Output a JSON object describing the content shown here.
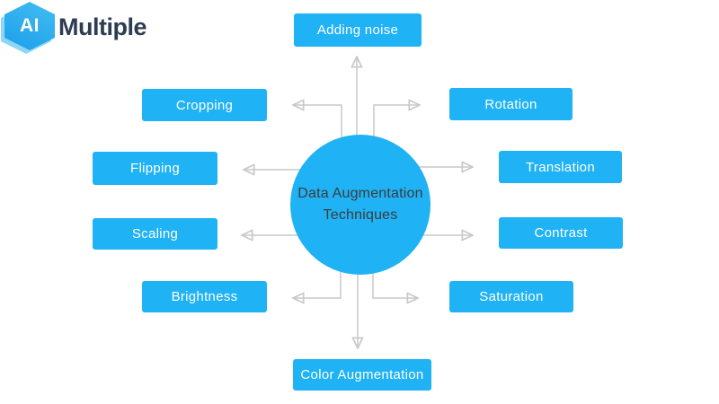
{
  "logo": {
    "hex_text": "AI",
    "brand_text": "Multiple"
  },
  "center": {
    "line1": "Data Augmentation",
    "line2": "Techniques"
  },
  "nodes": [
    {
      "id": "adding-noise",
      "label": "Adding noise"
    },
    {
      "id": "cropping",
      "label": "Cropping"
    },
    {
      "id": "rotation",
      "label": "Rotation"
    },
    {
      "id": "flipping",
      "label": "Flipping"
    },
    {
      "id": "translation",
      "label": "Translation"
    },
    {
      "id": "scaling",
      "label": "Scaling"
    },
    {
      "id": "contrast",
      "label": "Contrast"
    },
    {
      "id": "brightness",
      "label": "Brightness"
    },
    {
      "id": "saturation",
      "label": "Saturation"
    },
    {
      "id": "color-augmentation",
      "label": "Color Augmentation"
    }
  ],
  "edges": [
    {
      "from": "center",
      "to": "Adding noise",
      "direction": "up",
      "shape": "straight"
    },
    {
      "from": "center",
      "to": "Cropping",
      "direction": "up-left",
      "shape": "elbow"
    },
    {
      "from": "center",
      "to": "Rotation",
      "direction": "up-right",
      "shape": "elbow"
    },
    {
      "from": "center",
      "to": "Flipping",
      "direction": "left",
      "shape": "straight"
    },
    {
      "from": "center",
      "to": "Translation",
      "direction": "right",
      "shape": "straight"
    },
    {
      "from": "center",
      "to": "Scaling",
      "direction": "left",
      "shape": "straight"
    },
    {
      "from": "center",
      "to": "Contrast",
      "direction": "right",
      "shape": "straight"
    },
    {
      "from": "center",
      "to": "Brightness",
      "direction": "down-left",
      "shape": "elbow"
    },
    {
      "from": "center",
      "to": "Saturation",
      "direction": "down-right",
      "shape": "elbow"
    },
    {
      "from": "center",
      "to": "Color Augmentation",
      "direction": "down",
      "shape": "straight"
    }
  ],
  "colors": {
    "node_fill": "#1FB2F5",
    "node_text": "#FFFFFF",
    "center_fill": "#1FB2F5",
    "center_text": "#3C3C3C",
    "arrow": "#C9C9C9",
    "brand_text": "#2C3D52",
    "logo_hex_top": "#43BCF2",
    "logo_hex_bottom": "#1B9FEA",
    "logo_hex_shadow": "#8ED5F6",
    "background": "#FFFFFF"
  }
}
